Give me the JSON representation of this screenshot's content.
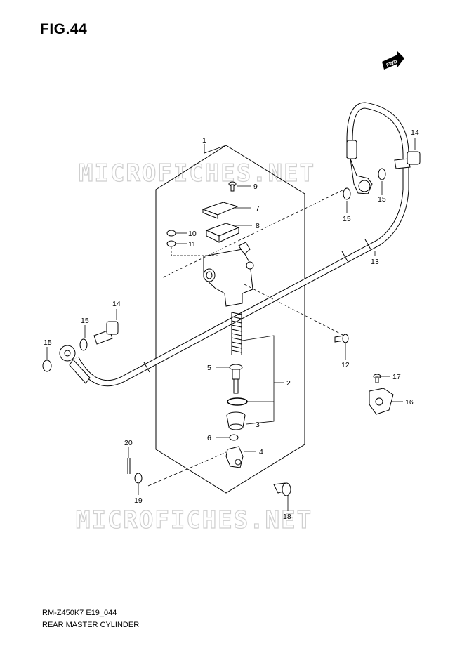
{
  "header": {
    "figure_label": "FIG.44"
  },
  "badge": {
    "fwd_label": "FWD"
  },
  "watermark": {
    "text": "MICROFICHES.NET"
  },
  "footer": {
    "model_code": "RM-Z450K7 E19_044",
    "diagram_name": "REAR MASTER CYLINDER"
  },
  "callouts": {
    "c1": "1",
    "c2": "2",
    "c3": "3",
    "c4": "4",
    "c5": "5",
    "c6": "6",
    "c7": "7",
    "c8": "8",
    "c9": "9",
    "c10": "10",
    "c11": "11",
    "c12": "12",
    "c13": "13",
    "c14_top": "14",
    "c14_left": "14",
    "c15_top": "15",
    "c15_mid": "15",
    "c15_left1": "15",
    "c15_left2": "15",
    "c16": "16",
    "c17": "17",
    "c18": "18",
    "c19": "19",
    "c20": "20"
  }
}
